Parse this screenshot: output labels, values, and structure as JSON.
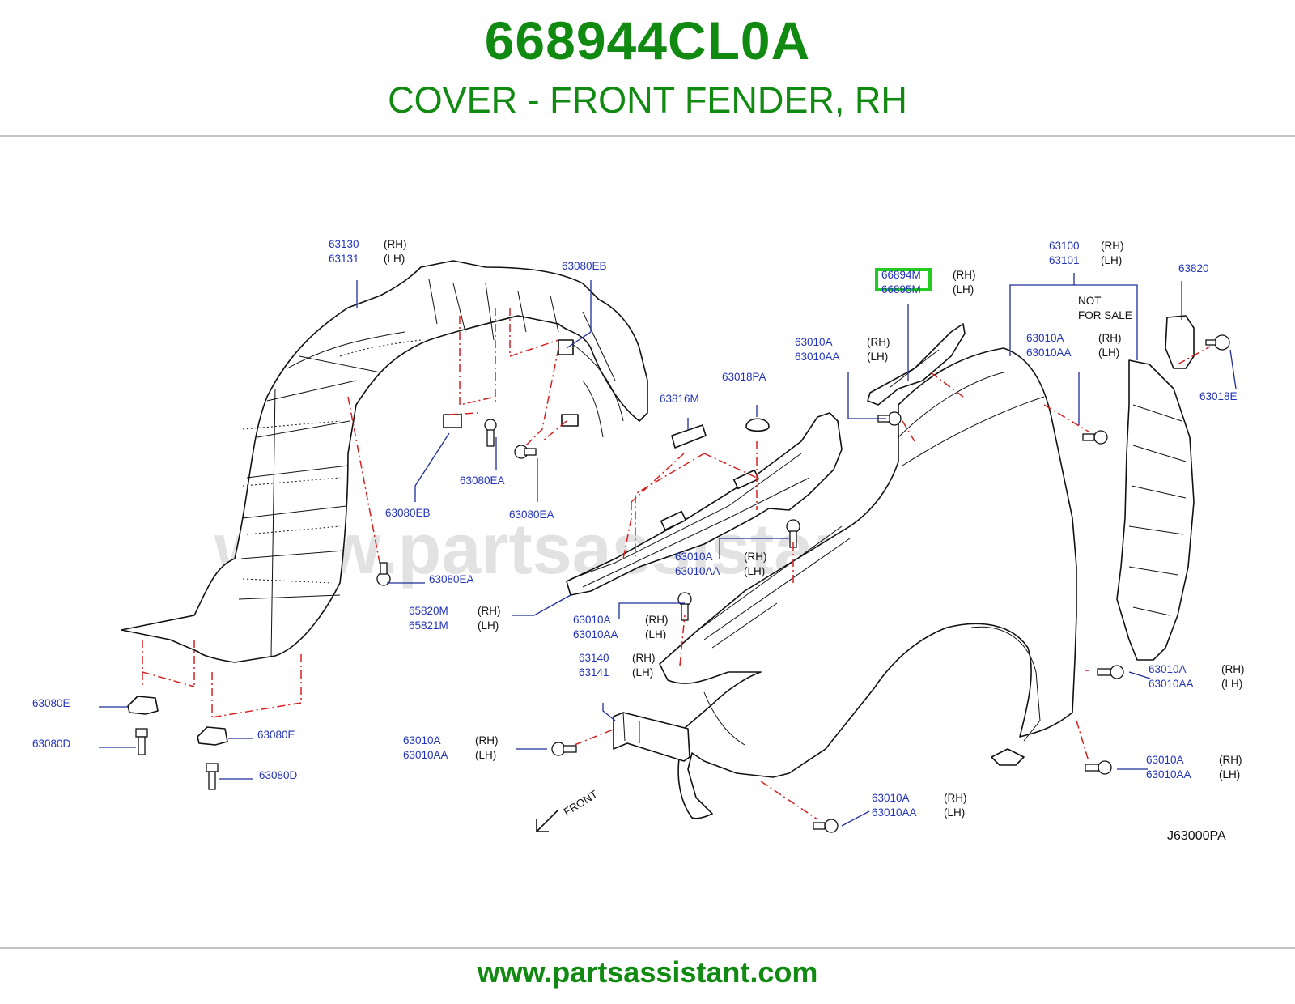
{
  "header": {
    "part_number": "668944CL0A",
    "title": "COVER - FRONT FENDER, RH"
  },
  "watermark": "www.partsassistant.com",
  "diagram_code": "J63000PA",
  "front_label": "FRONT",
  "not_for_sale": [
    "NOT",
    "FOR SALE"
  ],
  "highlight_color": "#22cc22",
  "labels": [
    {
      "lines": [
        [
          "63130",
          "(RH)"
        ],
        [
          "63131",
          "(LH)"
        ]
      ]
    },
    {
      "lines": [
        [
          "63080EB"
        ]
      ]
    },
    {
      "lines": [
        [
          "66894M",
          "(RH)"
        ],
        [
          "66895M",
          "(LH)"
        ]
      ],
      "highlighted": true
    },
    {
      "lines": [
        [
          "63100",
          "(RH)"
        ],
        [
          "63101",
          "(LH)"
        ]
      ]
    },
    {
      "lines": [
        [
          "63820"
        ]
      ]
    },
    {
      "lines": [
        [
          "63010A",
          "(RH)"
        ],
        [
          "63010AA",
          "(LH)"
        ]
      ]
    },
    {
      "lines": [
        [
          "63010A",
          "(RH)"
        ],
        [
          "63010AA",
          "(LH)"
        ]
      ]
    },
    {
      "lines": [
        [
          "63018PA"
        ]
      ]
    },
    {
      "lines": [
        [
          "63816M"
        ]
      ]
    },
    {
      "lines": [
        [
          "63018E"
        ]
      ]
    },
    {
      "lines": [
        [
          "63080EA"
        ]
      ]
    },
    {
      "lines": [
        [
          "63080EA"
        ]
      ]
    },
    {
      "lines": [
        [
          "63080EB"
        ]
      ]
    },
    {
      "lines": [
        [
          "63080EA"
        ]
      ]
    },
    {
      "lines": [
        [
          "63010A",
          "(RH)"
        ],
        [
          "63010AA",
          "(LH)"
        ]
      ]
    },
    {
      "lines": [
        [
          "65820M",
          "(RH)"
        ],
        [
          "65821M",
          "(LH)"
        ]
      ]
    },
    {
      "lines": [
        [
          "63010A",
          "(RH)"
        ],
        [
          "63010AA",
          "(LH)"
        ]
      ]
    },
    {
      "lines": [
        [
          "63140",
          "(RH)"
        ],
        [
          "63141",
          "(LH)"
        ]
      ]
    },
    {
      "lines": [
        [
          "63010A",
          "(RH)"
        ],
        [
          "63010AA",
          "(LH)"
        ]
      ]
    },
    {
      "lines": [
        [
          "63010A",
          "(RH)"
        ],
        [
          "63010AA",
          "(LH)"
        ]
      ]
    },
    {
      "lines": [
        [
          "63010A",
          "(RH)"
        ],
        [
          "63010AA",
          "(LH)"
        ]
      ]
    },
    {
      "lines": [
        [
          "63010A",
          "(RH)"
        ],
        [
          "63010AA",
          "(LH)"
        ]
      ]
    },
    {
      "lines": [
        [
          "63080E"
        ]
      ]
    },
    {
      "lines": [
        [
          "63080D"
        ]
      ]
    },
    {
      "lines": [
        [
          "63080E"
        ]
      ]
    },
    {
      "lines": [
        [
          "63080D"
        ]
      ]
    }
  ],
  "footer": {
    "url": "www.partsassistant.com"
  }
}
